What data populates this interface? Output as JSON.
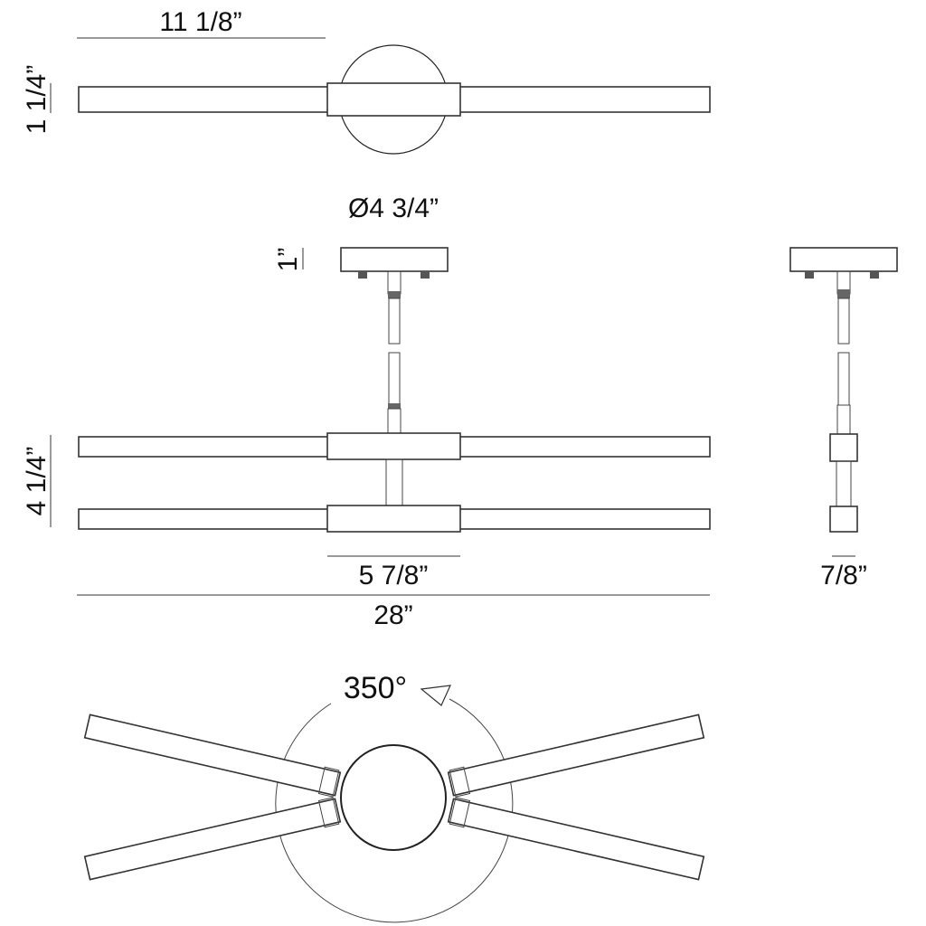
{
  "dimensions": {
    "arm_length": "11 1/8”",
    "bar_height": "1 1/4”",
    "canopy_diameter": "Ø4 3/4”",
    "canopy_height": "1”",
    "fixture_height": "4 1/4”",
    "center_width": "5 7/8”",
    "overall_width": "28”",
    "depth": "7/8”"
  },
  "rotation": {
    "label": "350°"
  }
}
